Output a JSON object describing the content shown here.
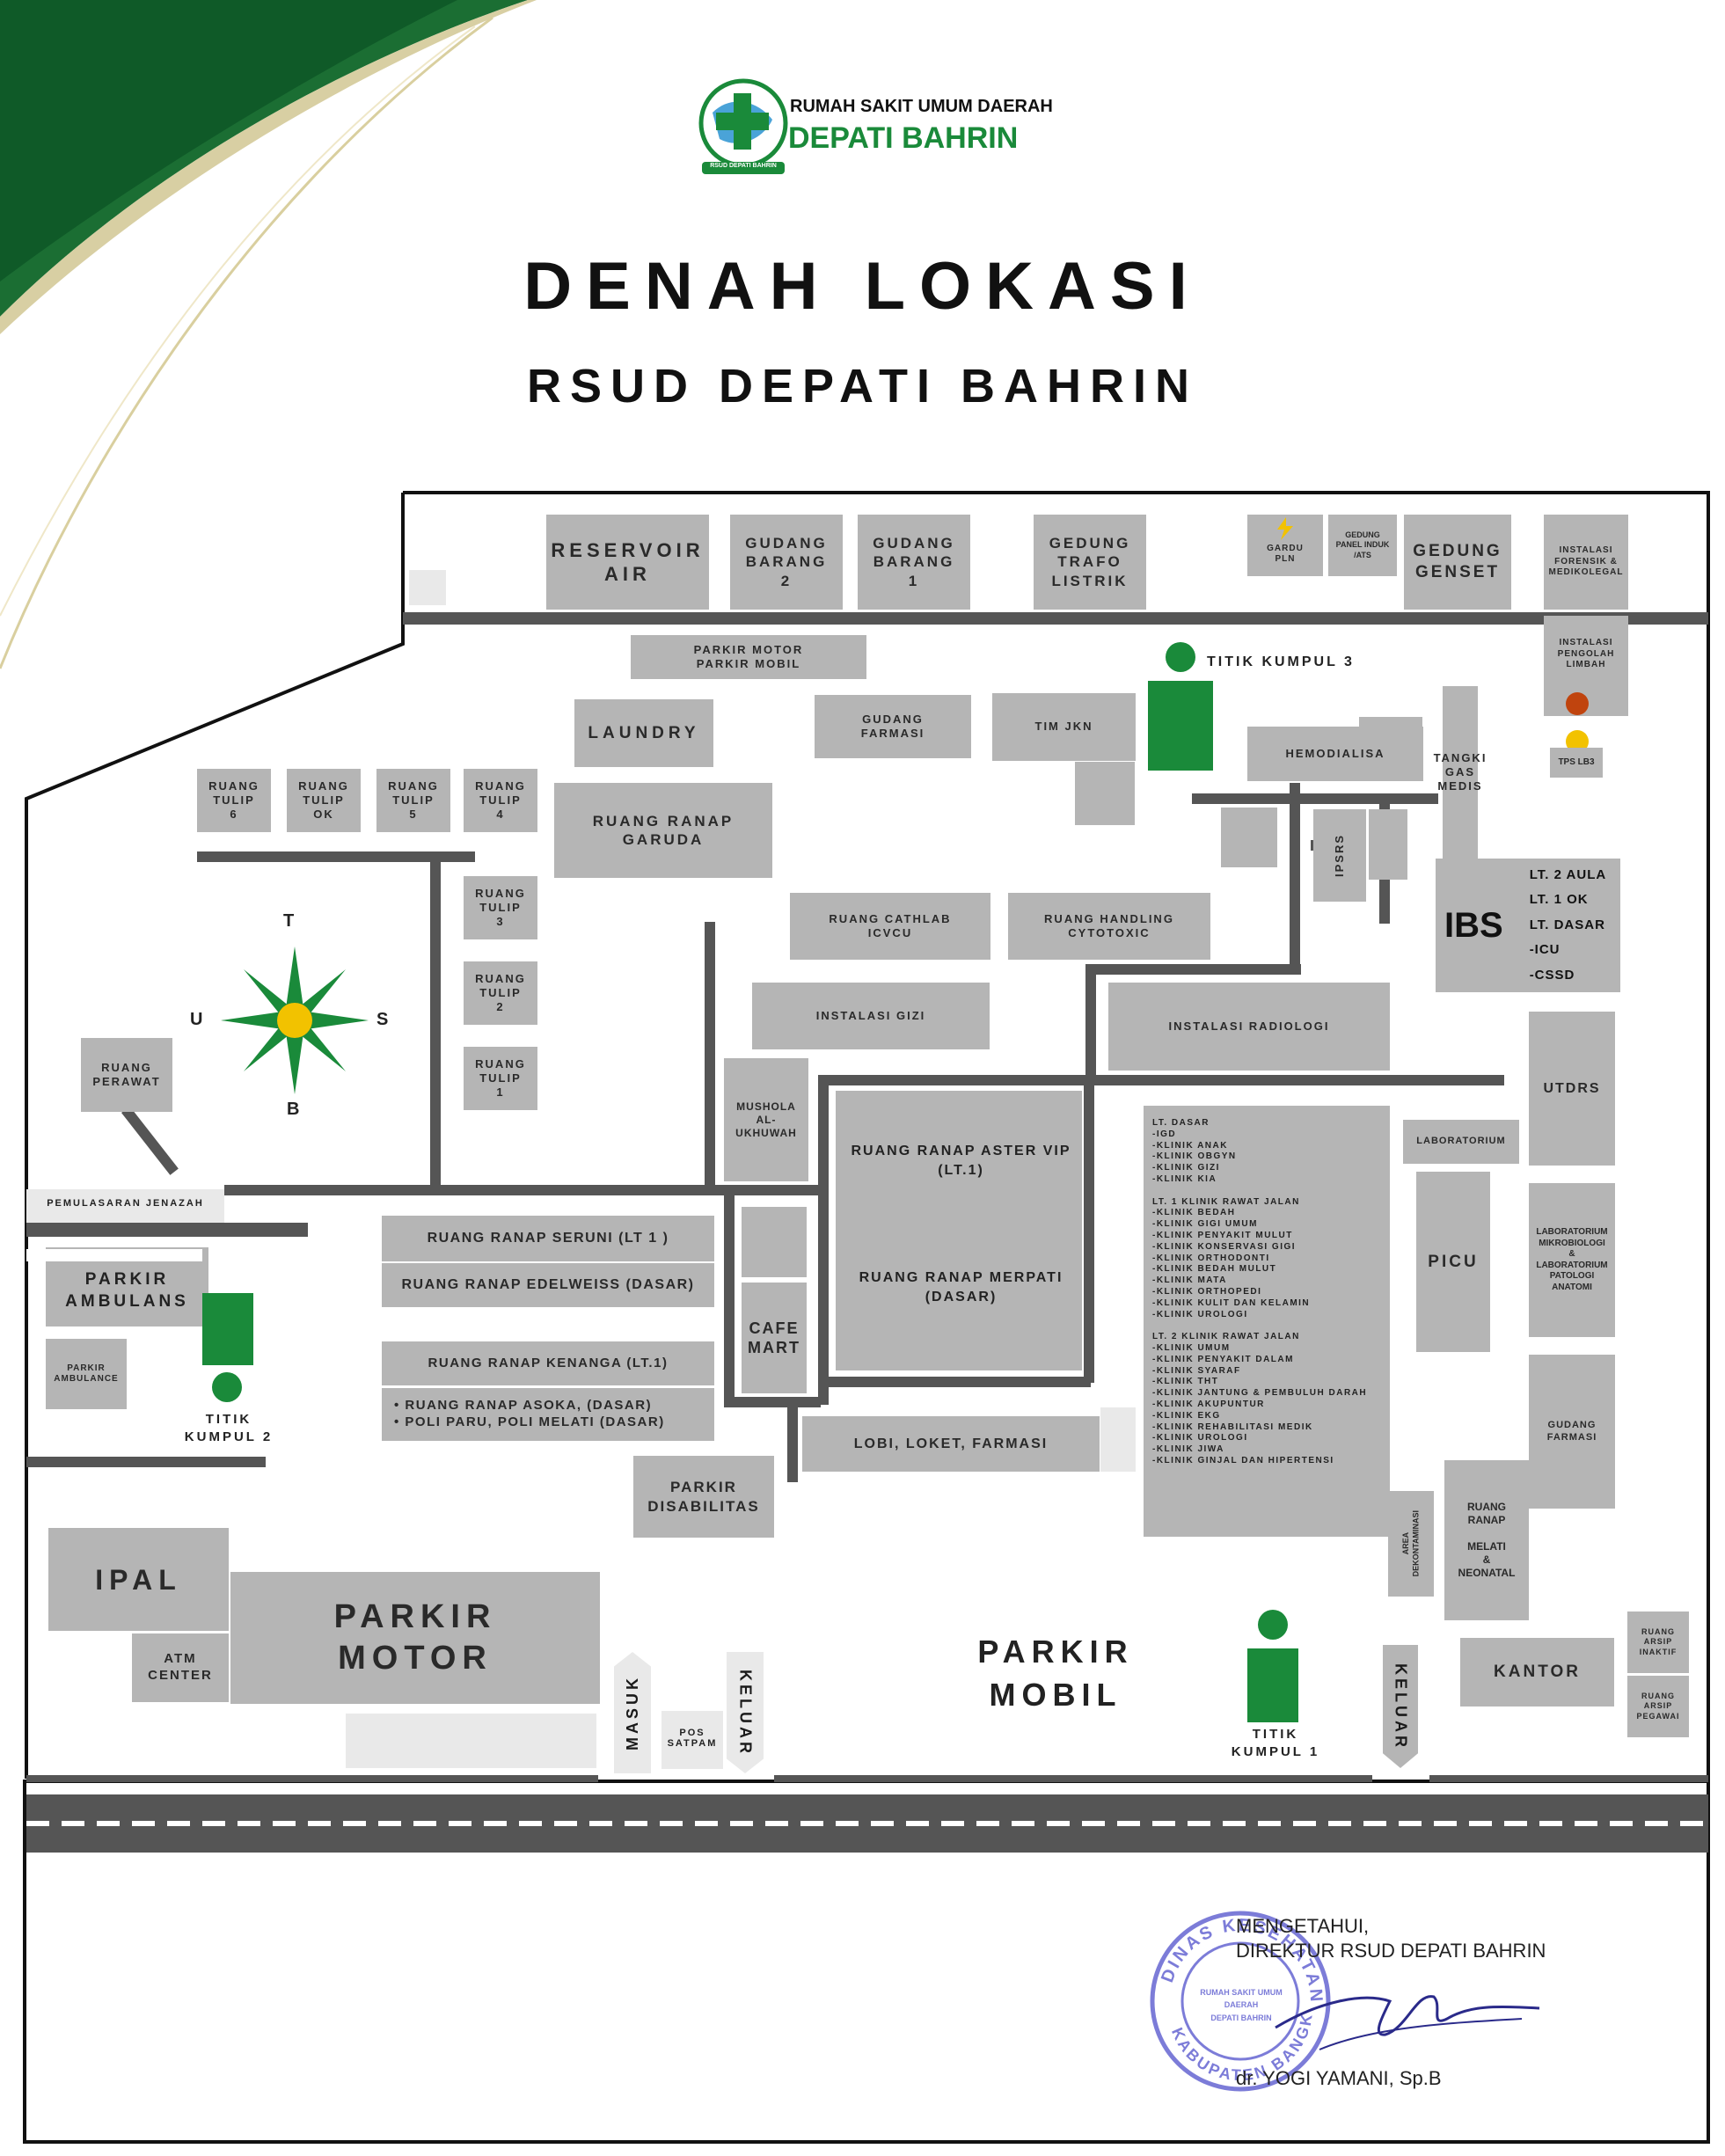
{
  "header": {
    "logo_line1": "RUMAH SAKIT UMUM DAERAH",
    "logo_line2": "DEPATI BAHRIN",
    "logo_ribbon": "RSUD DEPATI BAHRIN",
    "title": "DENAH LOKASI",
    "subtitle": "RSUD DEPATI BAHRIN"
  },
  "colors": {
    "green": "#1a8a3a",
    "building": "#b5b5b5",
    "road": "#555555",
    "yellow": "#f2c200",
    "red": "#c0440e",
    "stamp": "#7c7cd8"
  },
  "top_row": {
    "reservoir": "RESERVOIR\nAIR",
    "gudang2": "GUDANG\nBARANG\n2",
    "gudang1": "GUDANG\nBARANG\n1",
    "trafo": "GEDUNG\nTRAFO\nLISTRIK",
    "gardu": "GARDU\nPLN",
    "panel": "GEDUNG\nPANEL INDUK\n/ATS",
    "genset": "GEDUNG\nGENSET",
    "forensik": "INSTALASI\nFORENSIK &\nMEDIKOLEGAL"
  },
  "buildings": {
    "parkir_motor_mobil": "PARKIR MOTOR\nPARKIR MOBIL",
    "laundry": "LAUNDRY",
    "gudang_farmasi_top": "GUDANG\nFARMASI",
    "tim_jkn": "TIM JKN",
    "titik3": "TITIK KUMPUL 3",
    "limbah": "INSTALASI\nPENGOLAH\nLIMBAH",
    "tps": "TPS LB3",
    "hemodialisa": "HEMODIALISA",
    "tangki": "TANGKI\nGAS MEDIS",
    "ipsrs": "IPSRS",
    "ibs": "IBS",
    "ibs_floors": "LT. 2 AULA\nLT. 1 OK\nLT. DASAR\n-ICU\n-CSSD",
    "tulip6": "RUANG\nTULIP\n6",
    "tulip_ok": "RUANG\nTULIP\nOK",
    "tulip5": "RUANG\nTULIP\n5",
    "tulip4": "RUANG\nTULIP\n4",
    "tulip3": "RUANG\nTULIP\n3",
    "tulip2": "RUANG\nTULIP\n2",
    "tulip1": "RUANG\nTULIP\n1",
    "garuda": "RUANG RANAP\nGARUDA",
    "cathlab": "RUANG CATHLAB\nICVCU",
    "cytotoxic": "RUANG HANDLING\nCYTOTOXIC",
    "gizi": "INSTALASI GIZI",
    "radiologi": "INSTALASI RADIOLOGI",
    "utdrs": "UTDRS",
    "perawat": "RUANG\nPERAWAT",
    "mushola": "MUSHOLA\nAL-\nUKHUWAH",
    "aster": "RUANG RANAP ASTER VIP\n(LT.1)",
    "merpati": "RUANG RANAP MERPATI\n(DASAR)",
    "laboratorium": "LABORATORIUM",
    "lab_mikro": "LABORATORIUM\nMIKROBIOLOGI\n&\nLABORATORIUM\nPATOLOGI\nANATOMI",
    "picu": "PICU",
    "gudang_farmasi": "GUDANG\nFARMASI",
    "pemulasaran": "PEMULASARAN JENAZAH",
    "seruni": "RUANG RANAP SERUNI (LT 1 )",
    "edelweiss": "RUANG RANAP EDELWEISS (DASAR)",
    "kenanga": "RUANG RANAP KENANGA (LT.1)",
    "asoka": "• RUANG RANAP ASOKA, (DASAR)\n• POLI PARU, POLI MELATI (DASAR)",
    "cafe": "CAFE\nMART",
    "lobi": "LOBI, LOKET, FARMASI",
    "parkir_ambulans": "PARKIR\nAMBULANS",
    "parkir_ambulance": "PARKIR\nAMBULANCE",
    "titik2": "TITIK\nKUMPUL 2",
    "disabilitas": "PARKIR\nDISABILITAS",
    "dekontaminasi": "AREA\nDEKONTAMINASI",
    "melati": "RUANG\nRANAP\n\nMELATI\n&\nNEONATAL",
    "ipal": "IPAL",
    "parkir_motor": "PARKIR\nMOTOR",
    "atm": "ATM\nCENTER",
    "masuk": "MASUK",
    "pos": "POS\nSATPAM",
    "keluar1": "KELUAR",
    "parkir_mobil": "PARKIR\nMOBIL",
    "titik1": "TITIK\nKUMPUL 1",
    "keluar2": "KELUAR",
    "kantor": "KANTOR",
    "arsip_inaktif": "RUANG\nARSIP\nINAKTIF",
    "arsip_pegawai": "RUANG\nARSIP\nPEGAWAI"
  },
  "poli_list": "LT. DASAR\n-IGD\n-KLINIK ANAK\n-KLINIK OBGYN\n-KLINIK GIZI\n-KLINIK KIA\n\nLT. 1 KLINIK RAWAT JALAN\n-KLINIK BEDAH\n-KLINIK GIGI UMUM\n-KLINIK PENYAKIT MULUT\n-KLINIK KONSERVASI GIGI\n-KLINIK ORTHODONTI\n-KLINIK BEDAH MULUT\n-KLINIK MATA\n-KLINIK ORTHOPEDI\n-KLINIK KULIT DAN KELAMIN\n-KLINIK UROLOGI\n\nLT. 2 KLINIK RAWAT JALAN\n-KLINIK UMUM\n-KLINIK PENYAKIT DALAM\n-KLINIK SYARAF\n-KLINIK THT\n-KLINIK JANTUNG & PEMBULUH DARAH\n-KLINIK AKUPUNTUR\n-KLINIK EKG\n-KLINIK REHABILITASI MEDIK\n-KLINIK UROLOGI\n-KLINIK JIWA\n-KLINIK GINJAL DAN HIPERTENSI",
  "compass": {
    "north": "T",
    "south": "B",
    "west": "U",
    "east": "S"
  },
  "signature": {
    "line1": "MENGETAHUI,",
    "line2": "DIREKTUR RSUD DEPATI BAHRIN",
    "name": "dr. YOGI YAMANI, Sp.B",
    "stamp_top": "DINAS KESEHATAN",
    "stamp_bottom": "KABUPATEN BANGKA",
    "stamp_center": "RUMAH SAKIT UMUM DAERAH\nDEPATI BAHRIN"
  }
}
